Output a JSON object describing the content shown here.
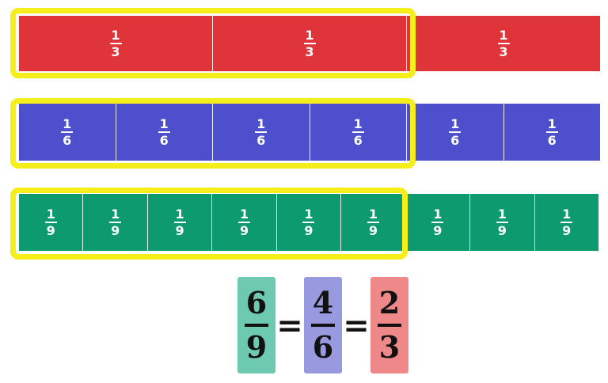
{
  "rows": [
    {
      "id": "thirds",
      "color": "#e0343b",
      "numerator": "1",
      "denominator": "3",
      "count": 3,
      "highlighted_count": 2
    },
    {
      "id": "sixths",
      "color": "#4d4fcc",
      "numerator": "1",
      "denominator": "6",
      "count": 6,
      "highlighted_count": 4
    },
    {
      "id": "ninths",
      "color": "#0d9a6f",
      "numerator": "1",
      "denominator": "9",
      "count": 9,
      "highlighted_count": 6
    }
  ],
  "highlight_color": "#f5ee1a",
  "equation": {
    "fractions": [
      {
        "numerator": "6",
        "denominator": "9",
        "color": "#6ec9b1"
      },
      {
        "numerator": "4",
        "denominator": "6",
        "color": "#9999e0"
      },
      {
        "numerator": "2",
        "denominator": "3",
        "color": "#ef8888"
      }
    ],
    "equals_sign": "="
  }
}
